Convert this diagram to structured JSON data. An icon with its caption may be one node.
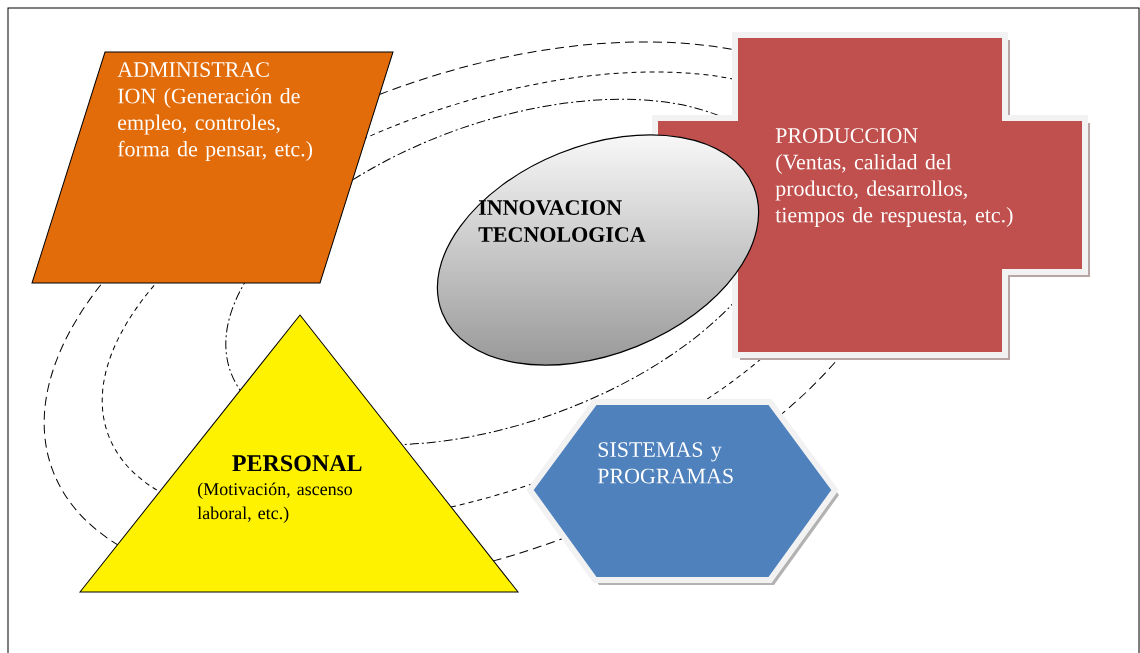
{
  "diagram": {
    "nodes": [
      {
        "text": [
          "ADMINISTRAC ION (Generación de empleo, controles, forma de pensar, etc.)"
        ]
      },
      {
        "text": [
          "INNOVACION TECNOLOGICA"
        ]
      },
      {
        "text": [
          "PRODUCCION",
          "(Ventas, calidad del producto, desarrollos, tiempos de respuesta, etc.)"
        ]
      },
      {
        "text": [
          "PERSONAL",
          "(Motivación, ascenso laboral, etc.)"
        ]
      },
      {
        "text": [
          "SISTEMAS y PROGRAMAS"
        ]
      }
    ],
    "edges": []
  }
}
